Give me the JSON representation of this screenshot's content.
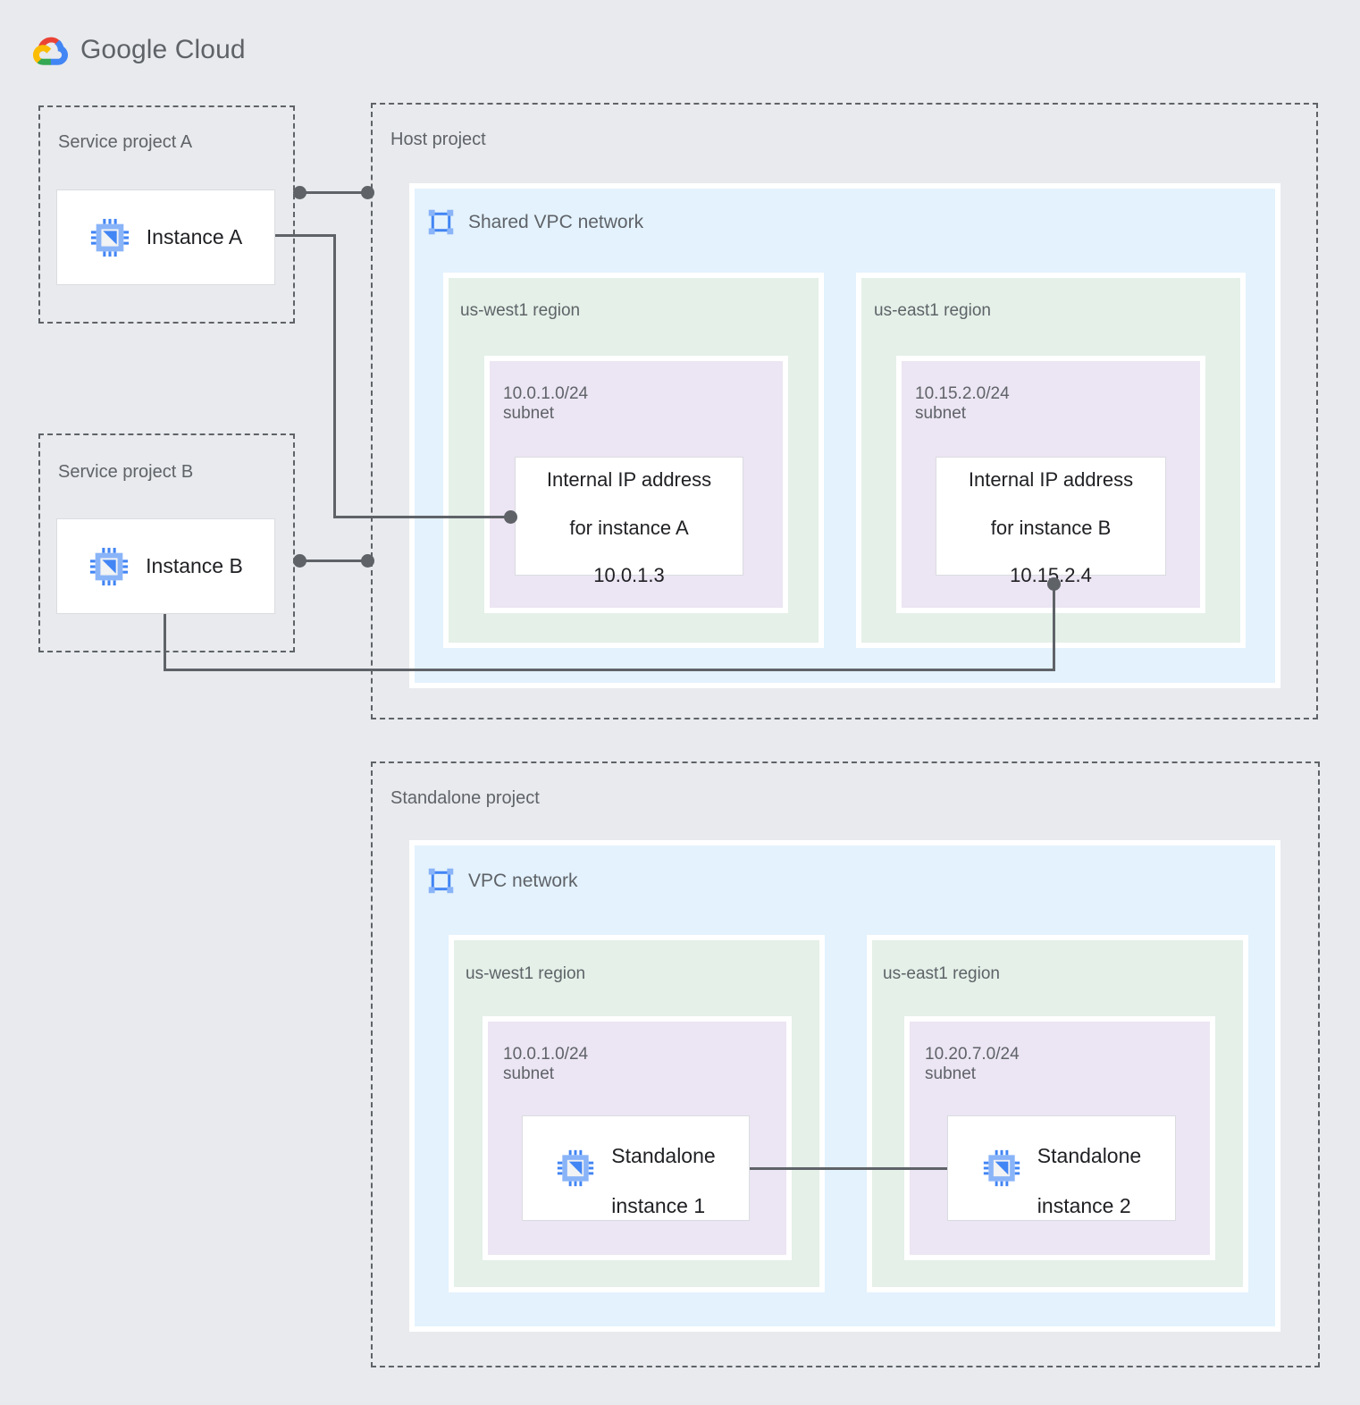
{
  "brand": {
    "name": "Google Cloud",
    "logo_icon": "google-cloud-logo-icon",
    "colors": {
      "red": "#ea4335",
      "yellow": "#fbbc05",
      "green": "#34a853",
      "blue": "#4285f4"
    }
  },
  "palette": {
    "background": "#e8eaed",
    "network_fill": "#e3f2fd",
    "region_fill": "#e4f0e8",
    "subnet_fill": "#ece5f3",
    "card_fill": "#ffffff",
    "line": "#5f6368",
    "text_muted": "#5f6368",
    "text_primary": "#202124",
    "icon_blue": "#4285f4",
    "icon_blue_light": "#8ab4f8"
  },
  "projects": {
    "service_a": {
      "label": "Service project A",
      "instance": {
        "label": "Instance A",
        "icon": "cpu-chip-icon"
      }
    },
    "service_b": {
      "label": "Service project B",
      "instance": {
        "label": "Instance B",
        "icon": "cpu-chip-icon"
      }
    },
    "host": {
      "label": "Host project",
      "network": {
        "label": "Shared VPC network",
        "icon": "vpc-network-icon",
        "regions": [
          {
            "label": "us-west1 region",
            "subnet": {
              "cidr": "10.0.1.0/24",
              "kind": "subnet",
              "resource": {
                "line1": "Internal IP address",
                "line2": "for instance A",
                "line3": "10.0.1.3"
              }
            }
          },
          {
            "label": "us-east1 region",
            "subnet": {
              "cidr": "10.15.2.0/24",
              "kind": "subnet",
              "resource": {
                "line1": "Internal IP address",
                "line2": "for instance B",
                "line3": "10.15.2.4"
              }
            }
          }
        ]
      }
    },
    "standalone": {
      "label": "Standalone project",
      "network": {
        "label": "VPC network",
        "icon": "vpc-network-icon",
        "regions": [
          {
            "label": "us-west1 region",
            "subnet": {
              "cidr": "10.0.1.0/24",
              "kind": "subnet",
              "instance": {
                "line1": "Standalone",
                "line2": "instance 1",
                "icon": "cpu-chip-icon"
              }
            }
          },
          {
            "label": "us-east1 region",
            "subnet": {
              "cidr": "10.20.7.0/24",
              "kind": "subnet",
              "instance": {
                "line1": "Standalone",
                "line2": "instance 2",
                "icon": "cpu-chip-icon"
              }
            }
          }
        ]
      }
    }
  },
  "connections": [
    {
      "name": "instance-a-to-host-project",
      "from": "Instance A",
      "to": "Host project boundary",
      "endpoints": "dot-dot"
    },
    {
      "name": "instance-a-to-internal-ip-a",
      "from": "Instance A",
      "to": "Internal IP address for instance A",
      "endpoints": "line-dot"
    },
    {
      "name": "instance-b-to-host-project",
      "from": "Instance B",
      "to": "Host project boundary",
      "endpoints": "dot-dot"
    },
    {
      "name": "instance-b-to-internal-ip-b",
      "from": "Instance B",
      "to": "Internal IP address for instance B",
      "endpoints": "line-dot"
    },
    {
      "name": "standalone-instance-1-to-2",
      "from": "Standalone instance 1",
      "to": "Standalone instance 2",
      "endpoints": "plain"
    }
  ]
}
